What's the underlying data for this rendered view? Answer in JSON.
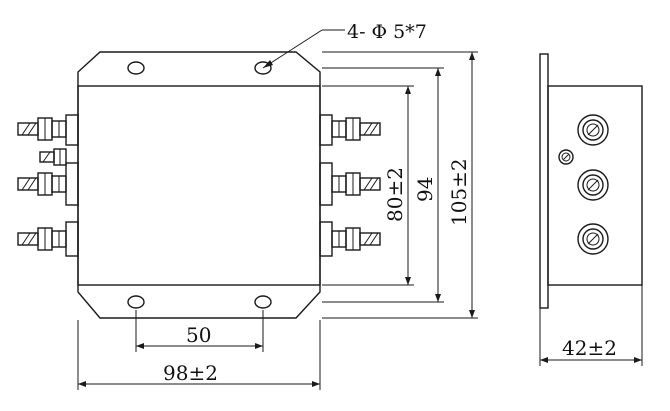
{
  "labels": {
    "hole_callout": "4- Φ 5*7",
    "width_overall": "98±2",
    "hole_spacing_x": "50",
    "height_body": "80±2",
    "height_mount": "94",
    "height_overall": "105±2",
    "depth_overall": "42±2"
  },
  "colors": {
    "line": "#1a1a1a",
    "background": "#ffffff"
  }
}
